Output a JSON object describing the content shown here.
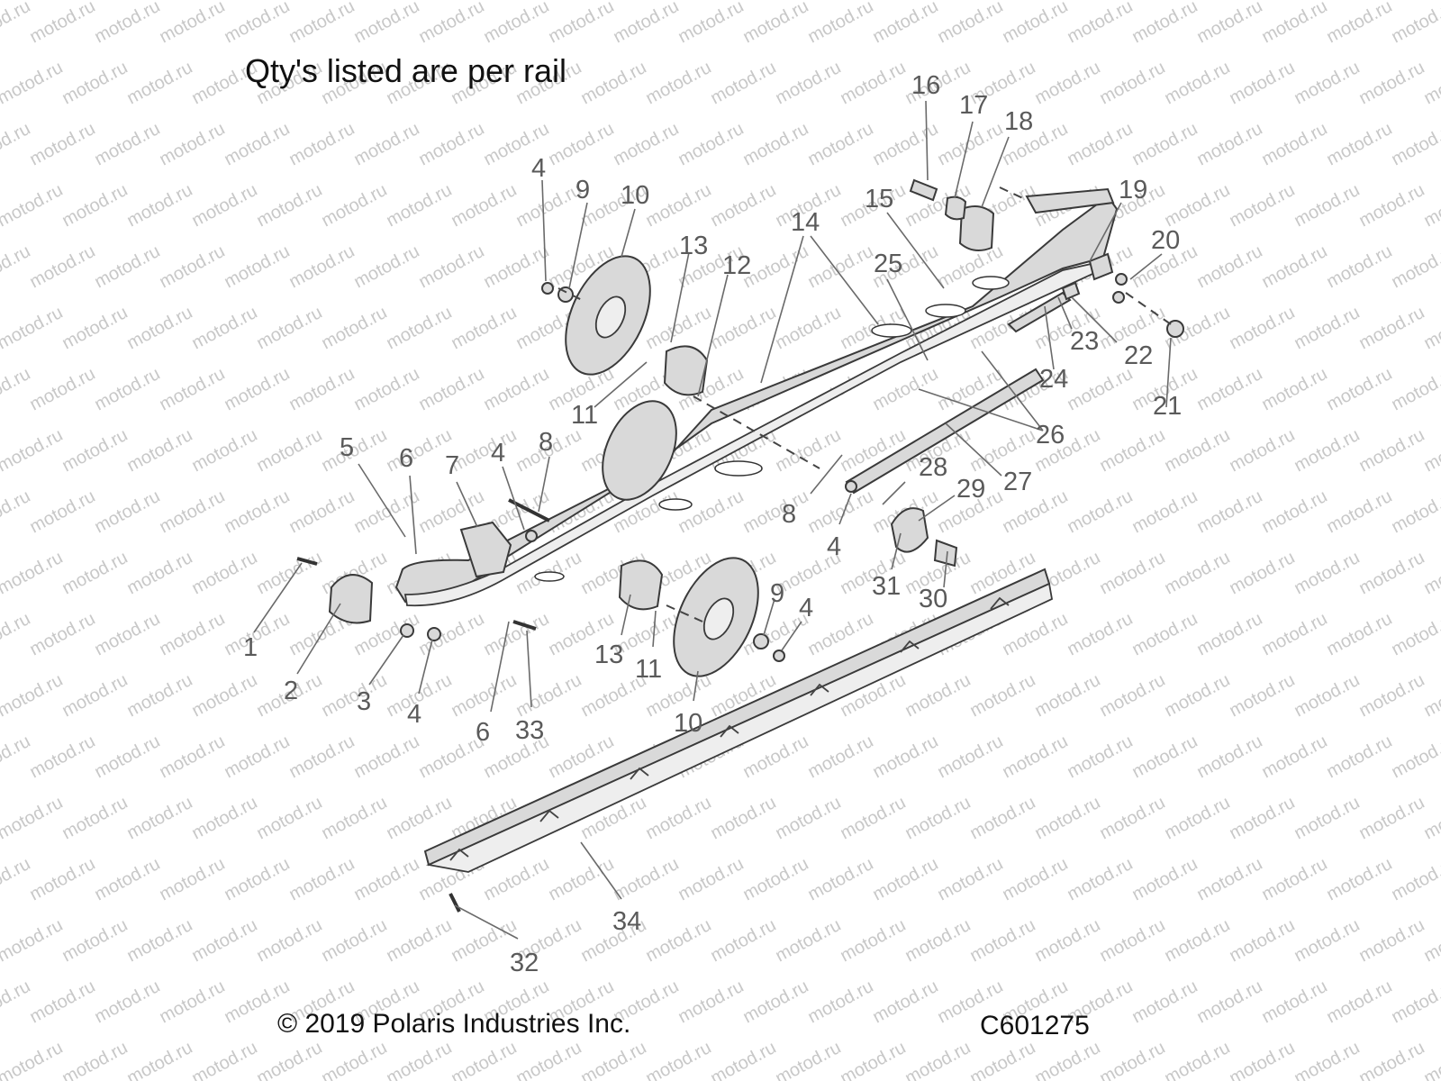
{
  "note": "Qty's listed are per rail",
  "copyright": "© 2019 Polaris Industries Inc.",
  "drawing_code": "C601275",
  "watermark_text": "motod.ru",
  "callouts": [
    "1",
    "2",
    "3",
    "4",
    "5",
    "6",
    "7",
    "8",
    "9",
    "10",
    "11",
    "12",
    "13",
    "14",
    "15",
    "16",
    "17",
    "18",
    "19",
    "20",
    "21",
    "22",
    "23",
    "24",
    "25",
    "26",
    "27",
    "28",
    "29",
    "30",
    "31",
    "32",
    "33",
    "34"
  ],
  "colors": {
    "part_fill": "#d9d9d9",
    "outline": "#3a3a3a",
    "callout_text": "#5a5a5a",
    "watermark": "#c8c8c8"
  }
}
